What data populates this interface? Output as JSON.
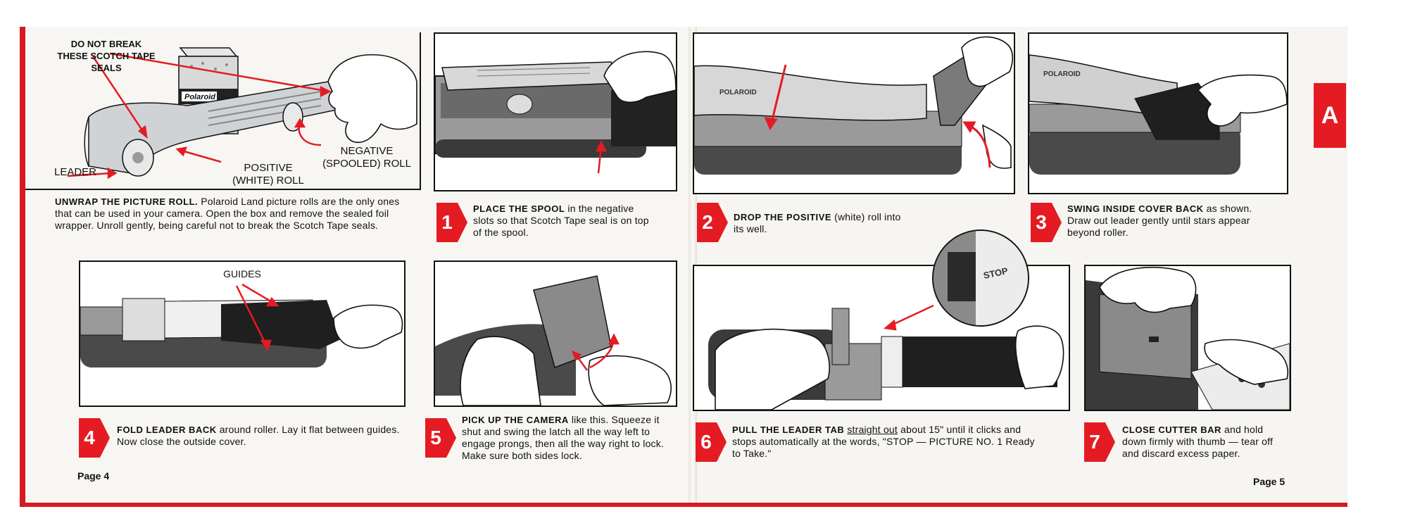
{
  "tabs": {
    "left": "A",
    "right": "A"
  },
  "intro": {
    "labels": {
      "do_not_break": "DO NOT BREAK\nTHESE SCOTCH TAPE\nSEALS",
      "negative": "NEGATIVE\n(SPOOLED) ROLL",
      "positive": "POSITIVE\n(WHITE) ROLL",
      "leader": "LEADER",
      "box_brand": "Polaroid"
    },
    "caption_head": "UNWRAP THE PICTURE ROLL.",
    "caption_body": " Polaroid Land picture rolls are the only ones that can be used in your camera. Open the box and remove the sealed foil wrapper. Unroll gently, being careful not to break the Scotch Tape seals."
  },
  "steps": [
    {
      "number": "1",
      "head": "PLACE THE SPOOL",
      "body": " in the negative slots so that Scotch Tape seal  is on top of the spool."
    },
    {
      "number": "2",
      "head": "DROP THE POSITIVE",
      "body": " (white) roll into its well."
    },
    {
      "number": "3",
      "head": "SWING INSIDE COVER BACK",
      "body": " as shown. Draw out leader gently until stars appear beyond roller."
    },
    {
      "number": "4",
      "head": "FOLD LEADER BACK",
      "body": " around roller. Lay it flat between guides. Now close the outside cover."
    },
    {
      "number": "5",
      "head": "PICK UP THE CAMERA",
      "body": " like this. Squeeze it shut and swing the latch all the way left to engage prongs, then all the way right to lock. Make sure both sides lock."
    },
    {
      "number": "6",
      "head": "PULL THE LEADER TAB",
      "underline": "straight out",
      "body_pre": " ",
      "body": " about 15\" until it clicks and stops automatically at the words, \"STOP — PICTURE NO. 1 Ready to Take.\""
    },
    {
      "number": "7",
      "head": "CLOSE CUTTER BAR",
      "body": " and hold down firmly with thumb — tear off and discard excess paper."
    }
  ],
  "guides_label": "GUIDES",
  "stop_label": "STOP",
  "film_word": "POLAROID",
  "page_numbers": {
    "left": "Page 4",
    "right": "Page 5"
  },
  "colors": {
    "accent": "#e41b23",
    "paper": "#f7f6f2",
    "ink": "#111111"
  }
}
